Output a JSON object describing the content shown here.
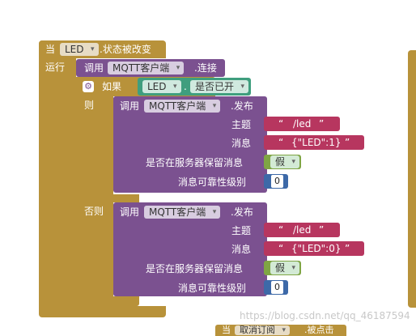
{
  "event_block": {
    "prefix": "当",
    "component": "LED",
    "event": ".状态被改变",
    "do_label": "运行"
  },
  "connect_block": {
    "call_label": "调用",
    "component": "MQTT客户端",
    "method": ".连接"
  },
  "if_block": {
    "if_label": "如果",
    "then_label": "则",
    "else_label": "否则",
    "condition_component": "LED",
    "condition_property": "是否已开",
    "dot": "."
  },
  "publish_then": {
    "call_label": "调用",
    "component": "MQTT客户端",
    "method": ".发布",
    "topic_label": "主题",
    "topic_value": "/led",
    "message_label": "消息",
    "message_value": "{\"LED\":1}",
    "retain_label": "是否在服务器保留消息",
    "retain_value": "假",
    "qos_label": "消息可靠性级别",
    "qos_value": "0"
  },
  "publish_else": {
    "call_label": "调用",
    "component": "MQTT客户端",
    "method": ".发布",
    "topic_label": "主题",
    "topic_value": "/led",
    "message_label": "消息",
    "message_value": "{\"LED\":0}",
    "retain_label": "是否在服务器保留消息",
    "retain_value": "假",
    "qos_label": "消息可靠性级别",
    "qos_value": "0"
  },
  "quote_open": "“",
  "quote_close": "”",
  "watermark": "https://blog.csdn.net/qq_46187594",
  "bottom_partial": {
    "prefix": "当",
    "component": "取消订阅",
    "event": ".被点击"
  },
  "colors": {
    "event": "#b8923a",
    "procedure": "#7b5190",
    "logic": "#4f9a4c",
    "component_getter": "#3f9e7e",
    "text": "#b7365f",
    "boolean": "#7fa544",
    "math": "#3d69a8"
  }
}
